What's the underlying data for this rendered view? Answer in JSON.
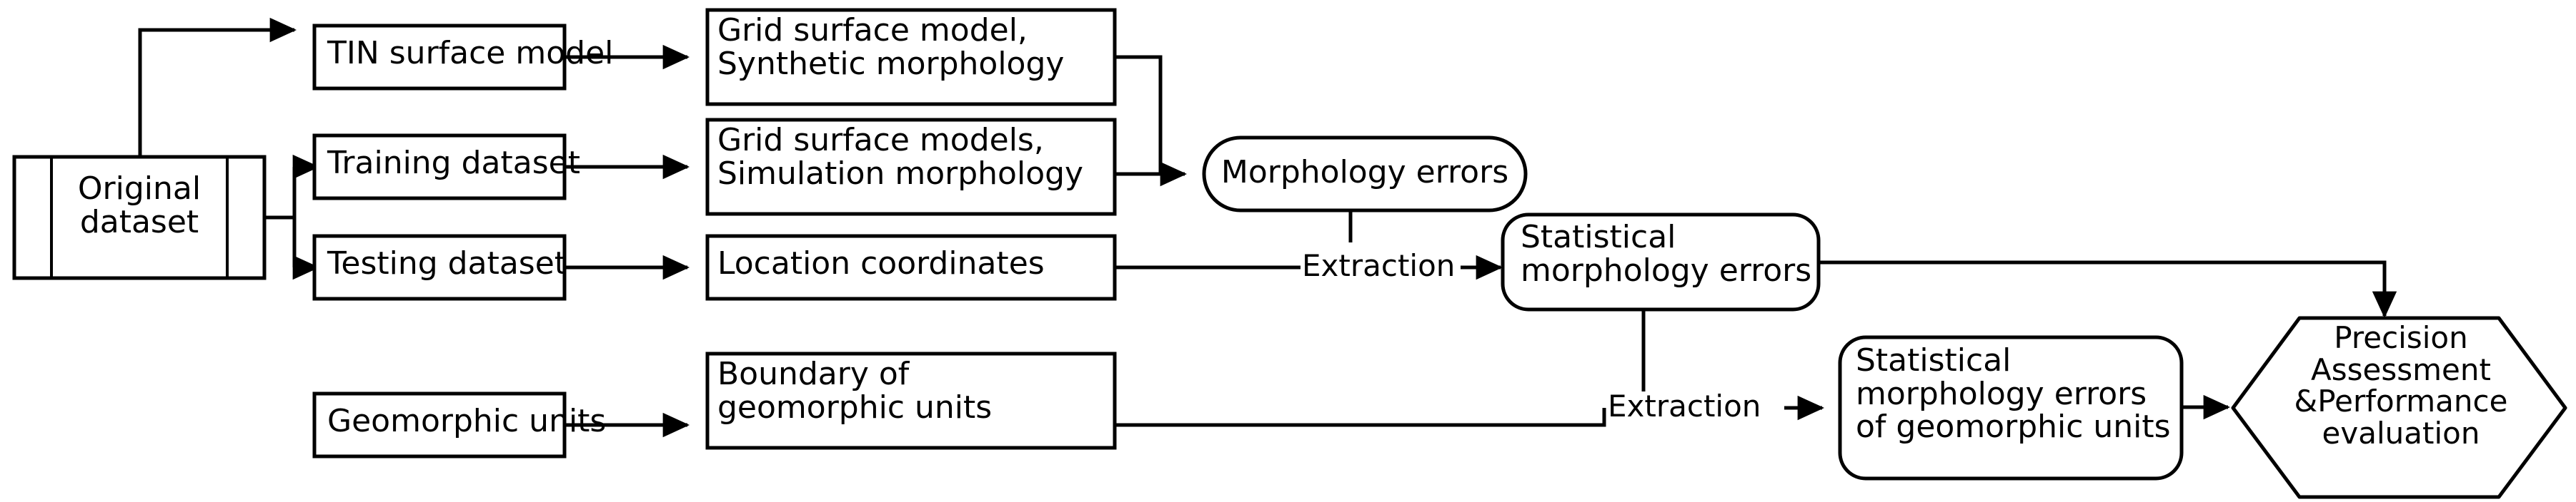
{
  "diagram": {
    "title": "Morphology error assessment workflow",
    "background_color": "#ffffff",
    "line_color": "#000000",
    "nodes": {
      "original_dataset": {
        "label": "Original\ndataset",
        "shape": "predefined-process"
      },
      "tin_surface_model": {
        "label": "TIN surface model",
        "shape": "rectangle"
      },
      "training_dataset": {
        "label": "Training dataset",
        "shape": "rectangle"
      },
      "testing_dataset": {
        "label": "Testing dataset",
        "shape": "rectangle"
      },
      "geomorphic_units": {
        "label": "Geomorphic units",
        "shape": "rectangle"
      },
      "grid_surface_model_synthetic": {
        "label": "Grid surface model,\nSynthetic morphology",
        "shape": "rectangle"
      },
      "grid_surface_models_simulation": {
        "label": "Grid surface models,\nSimulation morphology",
        "shape": "rectangle"
      },
      "location_coordinates": {
        "label": "Location coordinates",
        "shape": "rectangle"
      },
      "boundary_of_geomorphic_units": {
        "label": "Boundary of\ngeomorphic units",
        "shape": "rectangle"
      },
      "morphology_errors": {
        "label": "Morphology errors",
        "shape": "rounded-rectangle"
      },
      "statistical_morphology_errors": {
        "label": "Statistical\nmorphology errors",
        "shape": "rounded-rectangle"
      },
      "statistical_morphology_errors_geomorphic": {
        "label": "Statistical\nmorphology errors\nof geomorphic units",
        "shape": "rounded-rectangle"
      },
      "precision_assessment": {
        "label": "Precision\nAssessment\n&Performance\nevaluation",
        "shape": "hexagon"
      }
    },
    "edge_labels": {
      "extraction_top": "Extraction",
      "extraction_bottom": "Extraction"
    }
  }
}
